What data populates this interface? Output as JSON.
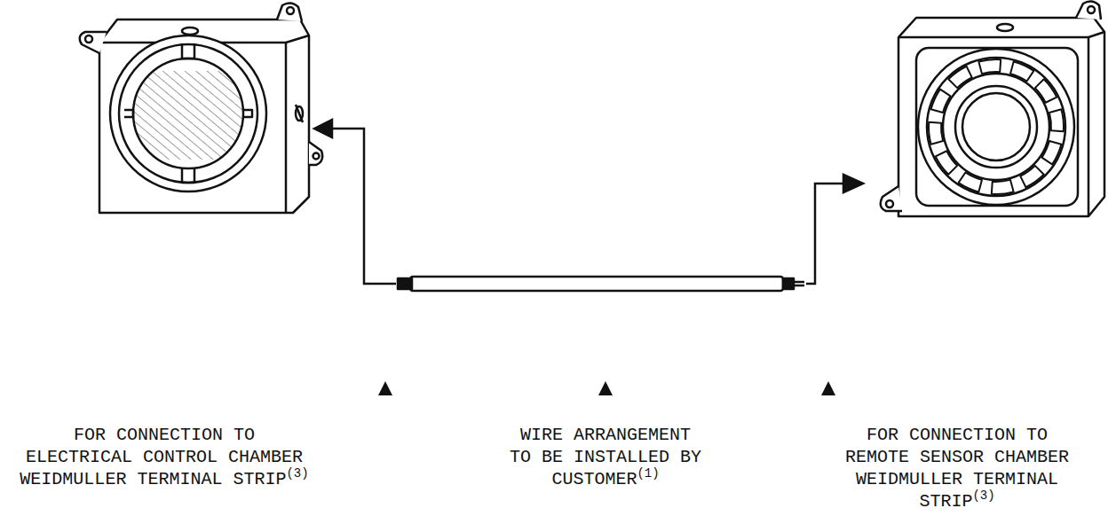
{
  "diagram": {
    "labels": [
      "FOR CONNECTION TO ELECTRICAL CONTROL CHAMBER WEIDMULLER TERMINAL STRIP",
      "(3)",
      "WIRE ARRANGEMENT TO BE INSTALLED BY CUSTOMER",
      "(1)",
      "FOR CONNECTION TO REMOTE SENSOR CHAMBER WEIDMULLER TERMINAL STRIP",
      "(3)"
    ]
  }
}
